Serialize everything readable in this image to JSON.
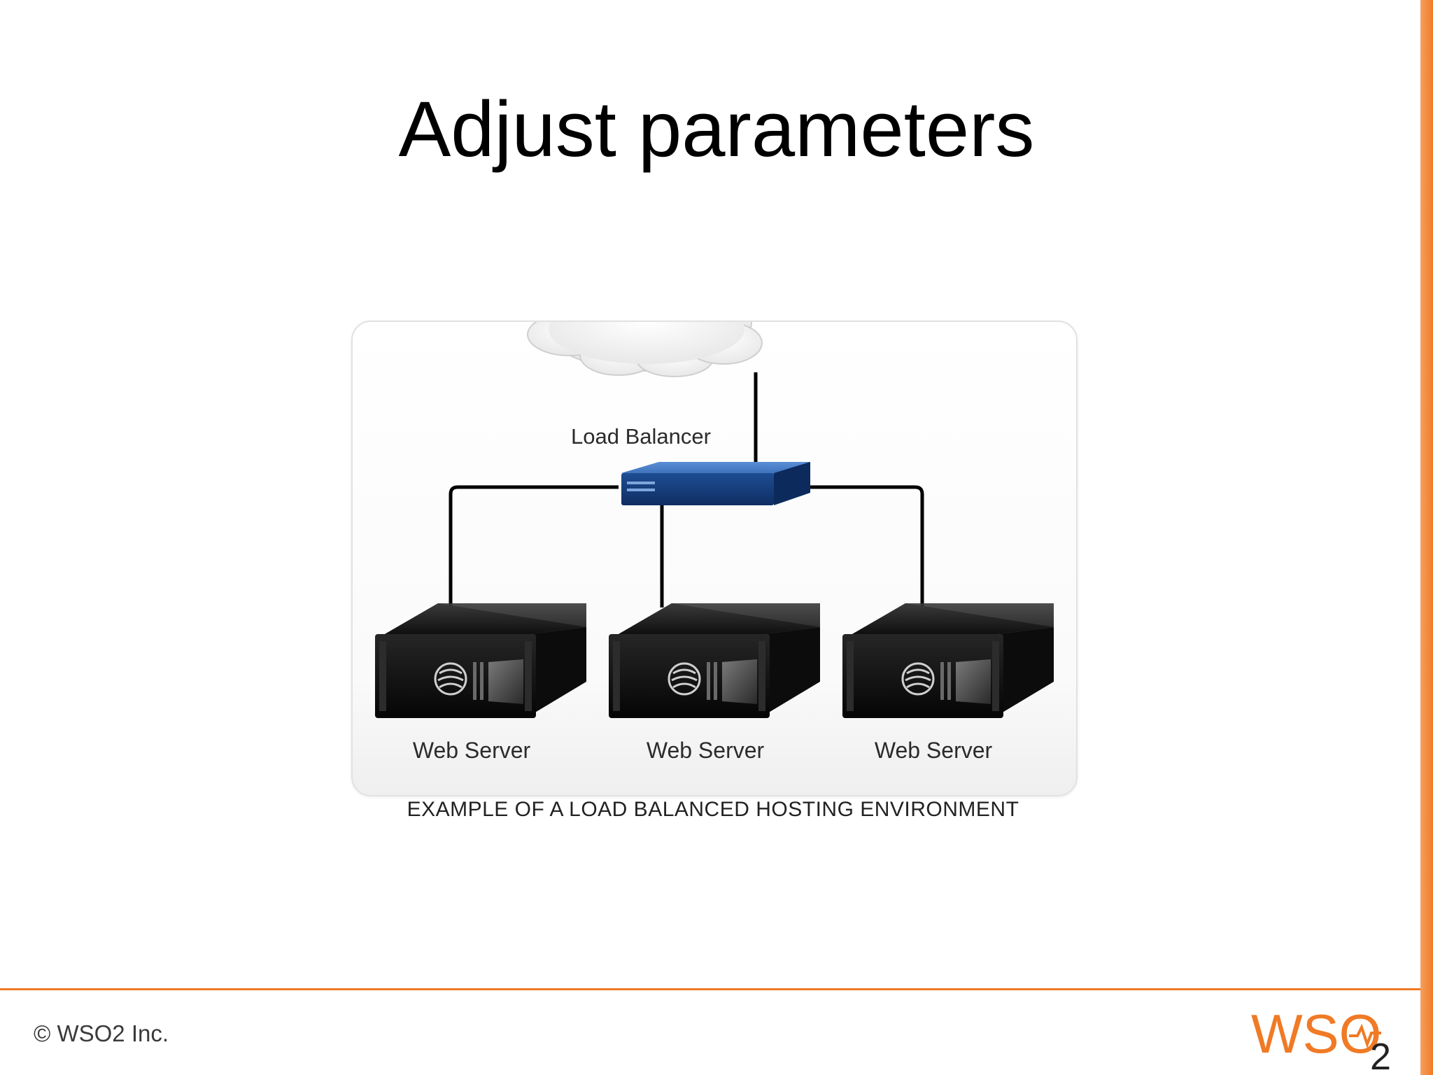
{
  "slide": {
    "title": "Adjust parameters"
  },
  "diagram": {
    "load_balancer_label": "Load Balancer",
    "servers": [
      {
        "label": "Web Server"
      },
      {
        "label": "Web Server"
      },
      {
        "label": "Web Server"
      }
    ],
    "caption": "EXAMPLE OF A LOAD BALANCED HOSTING ENVIRONMENT",
    "colors": {
      "load_balancer": "#1f4f94",
      "server": "#1a1a1a",
      "connector": "#000000"
    }
  },
  "footer": {
    "copyright": "© WSO2 Inc.",
    "logo_text": "WSO",
    "logo_subscript": "2",
    "accent_color": "#f07a25"
  }
}
